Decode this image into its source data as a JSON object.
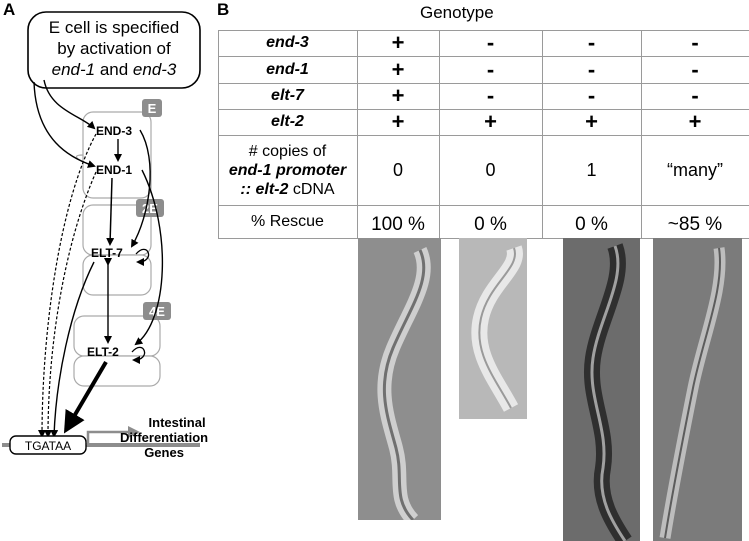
{
  "panel_a": {
    "letter": "A",
    "callout_line1": "E cell is specified",
    "callout_line2": "by activation of",
    "callout_line3_gene1": "end-1",
    "callout_line3_and": " and ",
    "callout_line3_gene2": "end-3",
    "badges": [
      "E",
      "2E",
      "4E"
    ],
    "nodes": {
      "end3": "END-3",
      "end1": "END-1",
      "elt7": "ELT-7",
      "elt2": "ELT-2"
    },
    "promoter_box": "TGATAA",
    "target_line1": "Intestinal",
    "target_line2": "Differentiation",
    "target_line3": "Genes"
  },
  "panel_b": {
    "letter": "B",
    "header": "Genotype",
    "rows": [
      {
        "label": "end-3",
        "values": [
          "+",
          "-",
          "-",
          "-"
        ]
      },
      {
        "label": "end-1",
        "values": [
          "+",
          "-",
          "-",
          "-"
        ]
      },
      {
        "label": "elt-7",
        "values": [
          "+",
          "-",
          "-",
          "-"
        ]
      },
      {
        "label": "elt-2",
        "values": [
          "+",
          "+",
          "+",
          "+"
        ]
      }
    ],
    "copies_label": {
      "line1": "# copies of",
      "line2_italic": "end-1 promoter",
      "line3_italic": ":: elt-2",
      "line3_plain": " cDNA"
    },
    "copies_values": [
      "0",
      "0",
      "1",
      "“many”"
    ],
    "rescue_label": "% Rescue",
    "rescue_values": [
      "100 %",
      "0 %",
      "0 %",
      "~85 %"
    ]
  }
}
